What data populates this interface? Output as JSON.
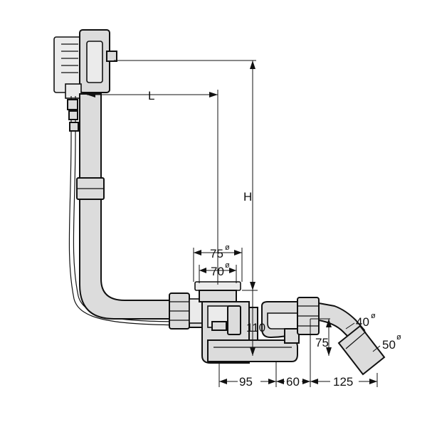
{
  "dimensions": {
    "L": "L",
    "H": "H",
    "d75": "75",
    "d70": "70",
    "d110": "110",
    "d40": "40",
    "d50": "50",
    "d75v": "75",
    "d95": "95",
    "d60": "60",
    "d125": "125",
    "diameter_symbol": "ø"
  }
}
